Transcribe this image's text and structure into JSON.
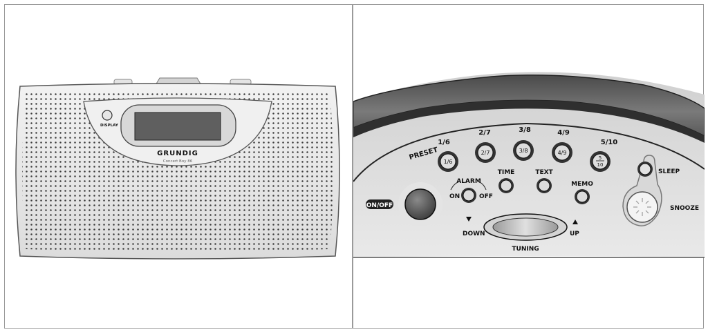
{
  "left_panel": {
    "display_label": "DISPLAY",
    "brand": "GRUNDIG",
    "model": "Concert Boy 86"
  },
  "right_panel": {
    "preset_label": "PRESET",
    "preset_buttons": [
      {
        "top": "1/6",
        "face": "1/6"
      },
      {
        "top": "2/7",
        "face": "2/7"
      },
      {
        "top": "3/8",
        "face": "3/8"
      },
      {
        "top": "4/9",
        "face": "4/9"
      },
      {
        "top": "5/10",
        "face_num": "5",
        "face_den": "10"
      }
    ],
    "alarm_label": "ALARM",
    "alarm_on": "ON",
    "alarm_off": "OFF",
    "time_label": "TIME",
    "text_label": "TEXT",
    "memo_label": "MEMO",
    "sleep_label": "SLEEP",
    "snooze_label": "SNOOZE",
    "onoff_label": "ON/OFF",
    "down_label": "DOWN",
    "up_label": "UP",
    "tuning_label": "TUNING"
  }
}
